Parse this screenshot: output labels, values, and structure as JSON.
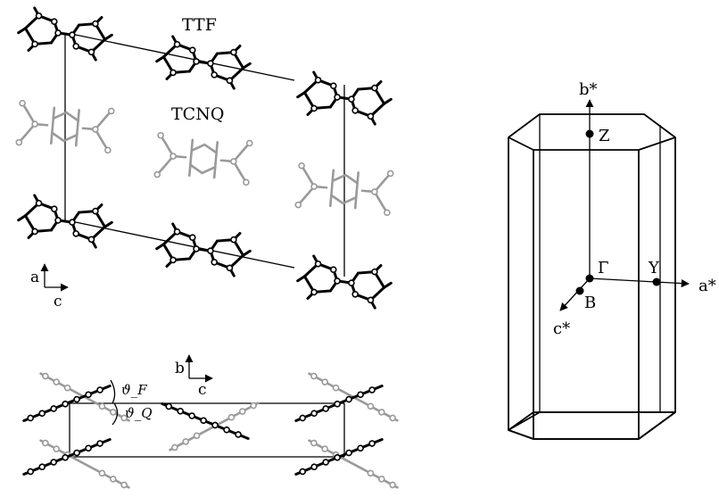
{
  "figure": {
    "labels": {
      "ttf": "TTF",
      "tcnq": "TCNQ",
      "axis_a": "a",
      "axis_c_top": "c",
      "axis_b": "b",
      "axis_c_bottom": "c",
      "theta_f": "ϑ_F",
      "theta_q": "ϑ_Q",
      "b_star": "b*",
      "z_point": "Z",
      "gamma_point": "Γ",
      "y_point": "Y",
      "a_star": "a*",
      "b_point": "B",
      "c_star": "c*"
    },
    "colors": {
      "ttf_molecule": "#000000",
      "tcnq_molecule": "#9a9a9a",
      "background": "#ffffff"
    }
  }
}
